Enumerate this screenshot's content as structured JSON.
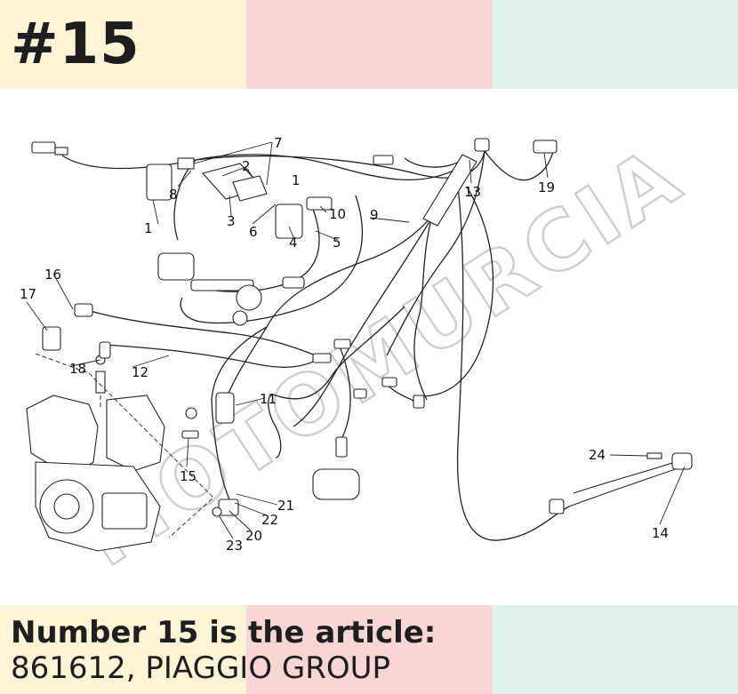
{
  "header": {
    "title": "#15",
    "colors": [
      "#fdf3d6",
      "#f9d6d6",
      "#e1f3ec"
    ]
  },
  "watermark": {
    "text": "MOTOMURCIA"
  },
  "diagram": {
    "callouts": [
      "1",
      "2",
      "3",
      "4",
      "5",
      "6",
      "7",
      "8",
      "9",
      "10",
      "11",
      "12",
      "13",
      "14",
      "15",
      "16",
      "17",
      "18",
      "19",
      "20",
      "21",
      "22",
      "23",
      "24",
      "1"
    ]
  },
  "footer": {
    "line1": "Number 15 is the article:",
    "line2": "861612, PIAGGIO GROUP"
  }
}
